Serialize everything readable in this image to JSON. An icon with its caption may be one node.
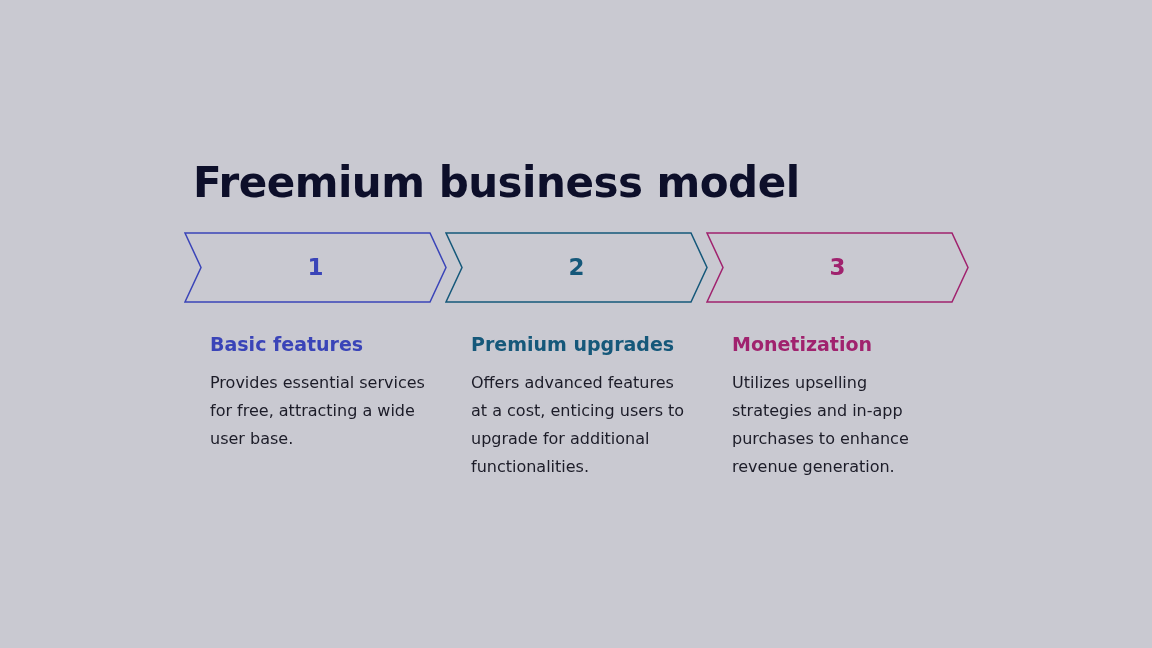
{
  "diagram": {
    "title": "Freemium business model",
    "nodes": [
      {
        "text": [
          "1"
        ],
        "beside": [
          "Basic features",
          "Provides essential services for free, attracting a wide user base."
        ]
      },
      {
        "text": [
          "2"
        ],
        "beside": [
          "Premium upgrades",
          "Offers advanced features at a cost, enticing users to upgrade for additional functionalities."
        ]
      },
      {
        "text": [
          "3"
        ],
        "beside": [
          "Monetization",
          "Utilizes upselling strategies and in-app purchases to enhance revenue generation."
        ]
      }
    ]
  }
}
